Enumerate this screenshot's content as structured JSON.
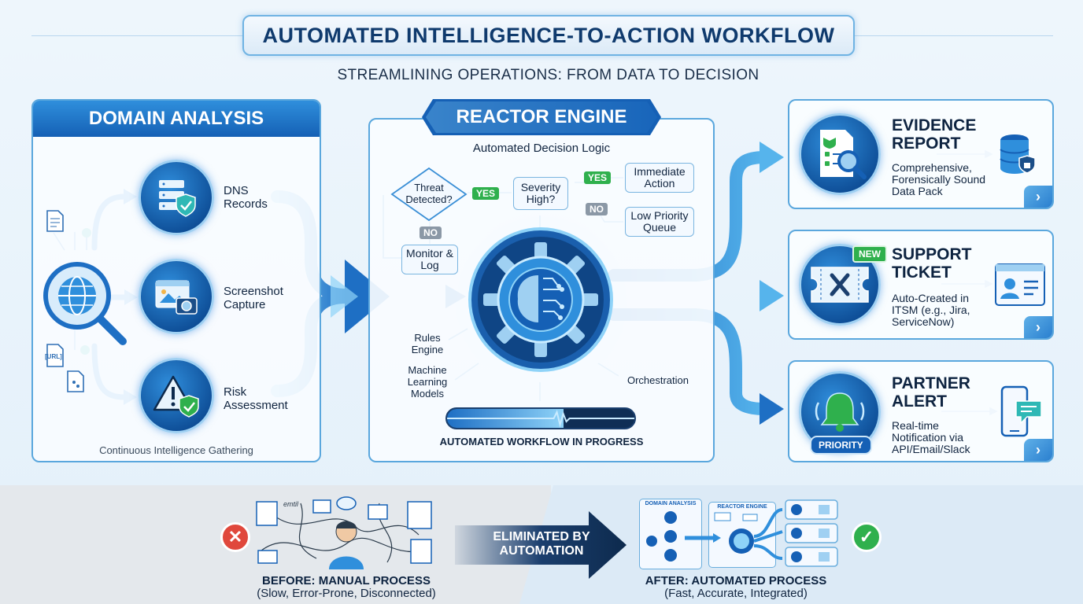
{
  "header": {
    "title": "AUTOMATED INTELLIGENCE-TO-ACTION WORKFLOW",
    "subtitle": "STREAMLINING OPERATIONS: FROM DATA TO DECISION"
  },
  "domain_analysis": {
    "title": "DOMAIN ANALYSIS",
    "items": [
      {
        "label": "DNS Records",
        "icon": "server-shield-icon"
      },
      {
        "label": "Screenshot Capture",
        "icon": "screenshot-camera-icon"
      },
      {
        "label": "Risk Assessment",
        "icon": "warning-shield-icon"
      }
    ],
    "footer": "Continuous Intelligence Gathering",
    "doc_tag": "[URL]"
  },
  "reactor_engine": {
    "title": "REACTOR ENGINE",
    "subtitle": "Automated Decision Logic",
    "decisions": {
      "threat": "Threat Detected?",
      "severity": "Severity High?",
      "immediate": "Immediate Action",
      "low_priority": "Low Priority Queue",
      "monitor": "Monitor & Log",
      "yes": "YES",
      "no": "NO"
    },
    "inputs": {
      "rules": "Rules Engine",
      "ml": "Machine Learning Models",
      "orchestration": "Orchestration"
    },
    "progress_label": "AUTOMATED WORKFLOW IN PROGRESS",
    "progress": 0.62
  },
  "outputs": [
    {
      "title_1": "EVIDENCE",
      "title_2": "REPORT",
      "desc": "Comprehensive, Forensically Sound Data Pack",
      "icon": "evidence-report-icon",
      "target_icon": "database-lock-icon"
    },
    {
      "title_1": "SUPPORT",
      "title_2": "TICKET",
      "desc": "Auto-Created in ITSM (e.g., Jira, ServiceNow)",
      "icon": "ticket-tools-icon",
      "target_icon": "user-profile-window-icon",
      "badge": "NEW"
    },
    {
      "title_1": "PARTNER",
      "title_2": "ALERT",
      "desc": "Real-time Notification via API/Email/Slack",
      "icon": "bell-alert-icon",
      "target_icon": "mobile-message-icon",
      "badge": "PRIORITY"
    }
  ],
  "comparison": {
    "before_title": "BEFORE: MANUAL PROCESS",
    "before_sub": "(Slow, Error-Prone, Disconnected)",
    "arrow_label_1": "ELIMINATED BY",
    "arrow_label_2": "AUTOMATION",
    "after_title": "AFTER: AUTOMATED PROCESS",
    "after_sub": "(Fast, Accurate, Integrated)",
    "mini_domain": "DOMAIN ANALYSIS",
    "mini_reactor": "REACTOR ENGINE",
    "scribble": "emtil"
  },
  "colors": {
    "accent": "#1560b5",
    "arrow": "#2f8fdc",
    "success": "#2fb04d",
    "error": "#e0483c"
  }
}
